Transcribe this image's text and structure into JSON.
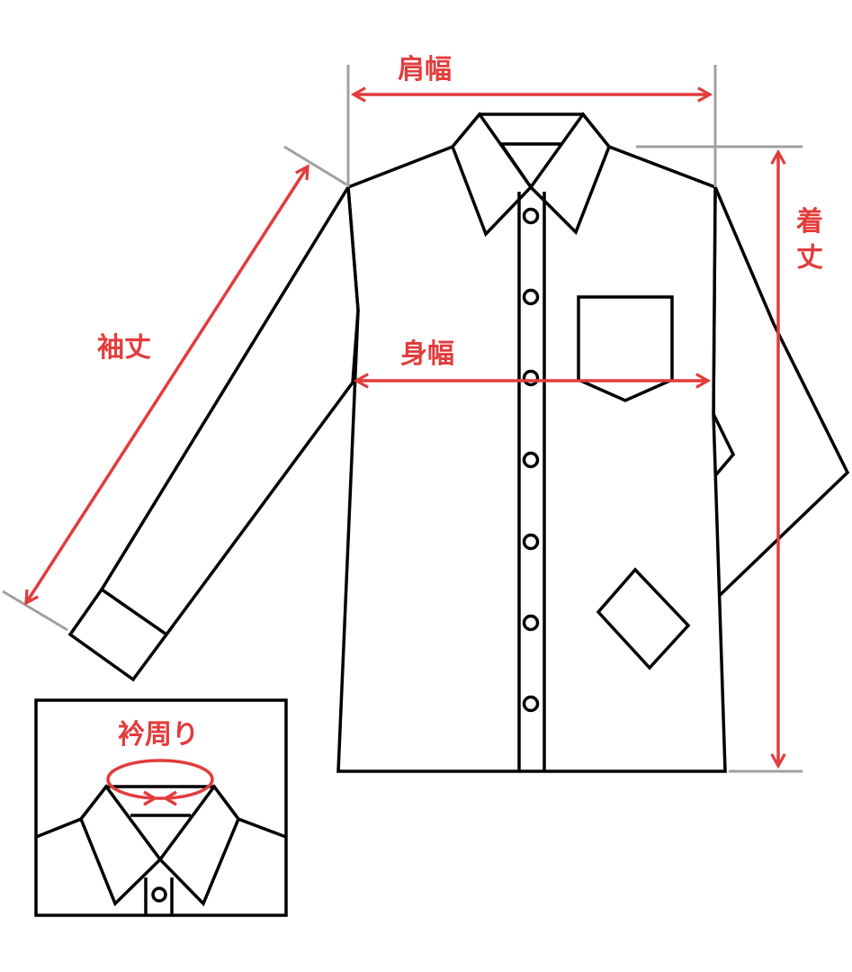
{
  "labels": {
    "shoulder_width": "肩幅",
    "length_1": "着",
    "length_2": "丈",
    "body_width": "身幅",
    "sleeve_length": "袖丈",
    "neck_circumference": "衿周り"
  },
  "colors": {
    "measure": "#e23c3c",
    "guide": "#a0a0a0",
    "outline": "#000000"
  }
}
